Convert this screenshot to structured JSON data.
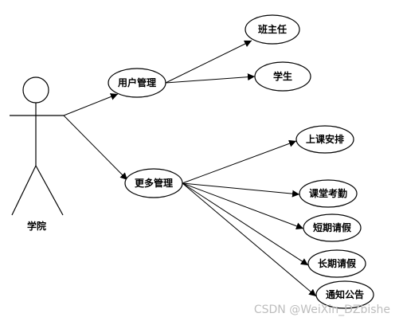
{
  "actor": {
    "label": "学院"
  },
  "use_cases": {
    "user_mgmt": "用户管理",
    "class_teacher": "班主任",
    "student": "学生",
    "more_mgmt": "更多管理",
    "class_schedule": "上课安排",
    "attendance": "课堂考勤",
    "short_leave": "短期请假",
    "long_leave": "长期请假",
    "notice": "通知公告"
  },
  "watermark": "CSDN @WeiXin_DZbishe"
}
